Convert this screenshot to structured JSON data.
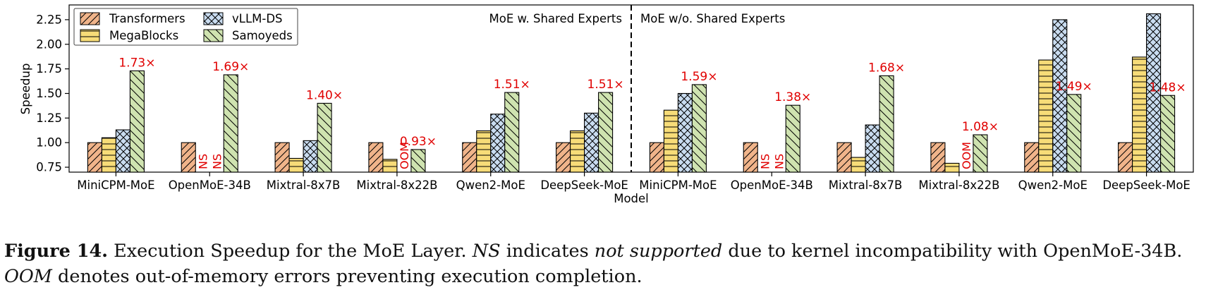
{
  "chart_data": {
    "type": "bar",
    "xlabel": "Model",
    "ylabel": "Speedup",
    "ylim": [
      0.7,
      2.4
    ],
    "yticks": [
      "0.75",
      "1.00",
      "1.25",
      "1.50",
      "1.75",
      "2.00",
      "2.25"
    ],
    "grid": false,
    "legend_position": "top-left",
    "panels": [
      {
        "label": "MoE w. Shared Experts",
        "categories": [
          "MiniCPM-MoE",
          "OpenMoE-34B",
          "Mixtral-8x7B",
          "Mixtral-8x22B",
          "Qwen2-MoE",
          "DeepSeek-MoE"
        ]
      },
      {
        "label": "MoE w/o. Shared Experts",
        "categories": [
          "MiniCPM-MoE",
          "OpenMoE-34B",
          "Mixtral-8x7B",
          "Mixtral-8x22B",
          "Qwen2-MoE",
          "DeepSeek-MoE"
        ]
      }
    ],
    "categories": [
      "MiniCPM-MoE",
      "OpenMoE-34B",
      "Mixtral-8x7B",
      "Mixtral-8x22B",
      "Qwen2-MoE",
      "DeepSeek-MoE",
      "MiniCPM-MoE",
      "OpenMoE-34B",
      "Mixtral-8x7B",
      "Mixtral-8x22B",
      "Qwen2-MoE",
      "DeepSeek-MoE"
    ],
    "series": [
      {
        "name": "Transformers",
        "color": "#f0b48a",
        "hatch": "diagonal",
        "values": [
          1.0,
          1.0,
          1.0,
          1.0,
          1.0,
          1.0,
          1.0,
          1.0,
          1.0,
          1.0,
          1.0,
          1.0
        ]
      },
      {
        "name": "MegaBlocks",
        "color": "#f7dc78",
        "hatch": "horizontal",
        "values": [
          1.05,
          null,
          0.84,
          0.83,
          1.12,
          1.12,
          1.33,
          null,
          0.85,
          0.79,
          1.84,
          1.87
        ]
      },
      {
        "name": "vLLM-DS",
        "color": "#c9dcf0",
        "hatch": "cross",
        "values": [
          1.13,
          null,
          1.02,
          null,
          1.29,
          1.3,
          1.5,
          null,
          1.18,
          null,
          2.25,
          2.31
        ]
      },
      {
        "name": "Samoyeds",
        "color": "#cfe3b0",
        "hatch": "backslash",
        "values": [
          1.73,
          1.69,
          1.4,
          0.93,
          1.51,
          1.51,
          1.59,
          1.38,
          1.68,
          1.08,
          1.49,
          1.48
        ]
      }
    ],
    "bar_annotations": [
      "1.73×",
      "1.69×",
      "1.40×",
      "0.93×",
      "1.51×",
      "1.51×",
      "1.59×",
      "1.38×",
      "1.68×",
      "1.08×",
      "1.49×",
      "1.48×"
    ],
    "missing_labels": {
      "not_supported": "NS",
      "out_of_memory": "OOM"
    }
  },
  "caption": {
    "label": "Figure 14.",
    "text_1": "Execution Speedup for the MoE Layer.",
    "ns": "NS",
    "text_2": "indicates",
    "not_supported": "not supported",
    "text_3": "due to kernel incompatibility with OpenMoE-34B.",
    "oom": "OOM",
    "text_4": "denotes out-of-memory errors preventing execution completion."
  }
}
